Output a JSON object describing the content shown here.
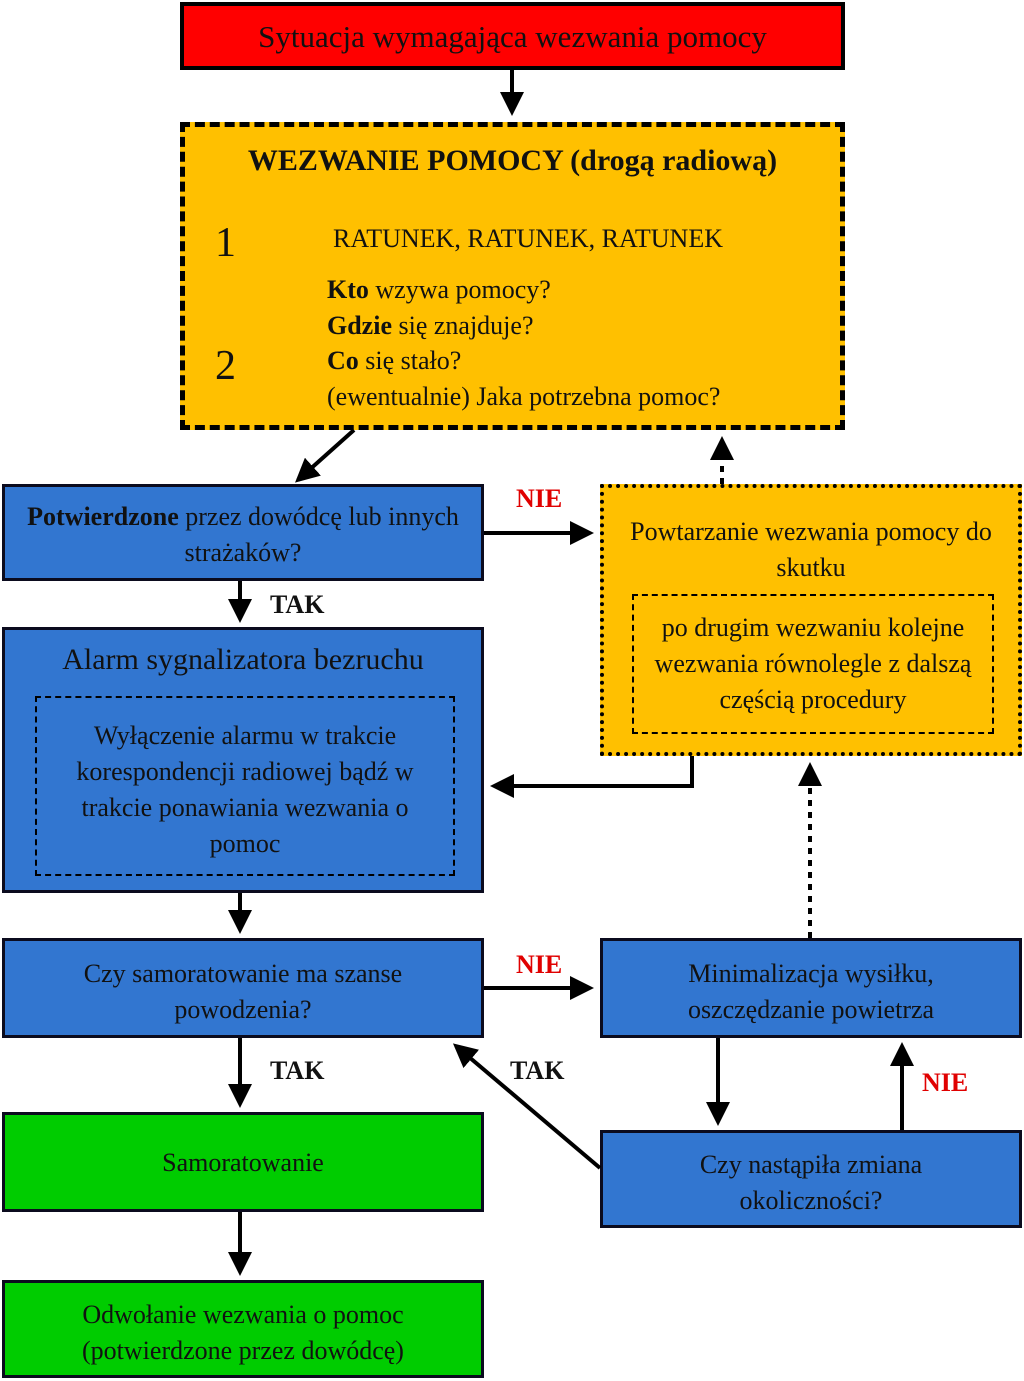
{
  "start": {
    "text": "Sytuacja wymagająca wezwania pomocy"
  },
  "call": {
    "title": "WEZWANIE POMOCY (drogą radiową)",
    "step1_number": "1",
    "step1_text": "RATUNEK, RATUNEK, RATUNEK",
    "step2_number": "2",
    "q1_bold": "Kto",
    "q1_rest": " wzywa pomocy?",
    "q2_bold": "Gdzie",
    "q2_rest": " się znajduje?",
    "q3_bold": "Co",
    "q3_rest": " się stało?",
    "q4": "(ewentualnie) Jaka potrzebna pomoc?"
  },
  "confirmed": {
    "bold": "Potwierdzone",
    "rest": " przez dowódcę lub innych strażaków?"
  },
  "repeat": {
    "text": "Powtarzanie wezwania pomocy do skutku",
    "inner": "po drugim wezwaniu kolejne wezwania równolegle z dalszą częścią procedury"
  },
  "alarm": {
    "title": "Alarm sygnalizatora bezruchu",
    "inner": "Wyłączenie alarmu w trakcie korespondencji radiowej bądź w trakcie ponawiania wezwania o pomoc"
  },
  "self_rescue_q": {
    "text": "Czy samoratowanie ma szanse powodzenia?"
  },
  "minimize": {
    "text": "Minimalizacja wysiłku, oszczędzanie powietrza"
  },
  "self_rescue": {
    "text": "Samoratowanie"
  },
  "change_q": {
    "text": "Czy nastąpiła zmiana okoliczności?"
  },
  "cancel": {
    "text": "Odwołanie wezwania o pomoc (potwierdzone przez dowódcę)"
  },
  "labels": {
    "yes": "TAK",
    "no": "NIE"
  },
  "colors": {
    "red": "#ff0000",
    "orange": "#ffc000",
    "blue": "#3276d0",
    "green": "#00cc00",
    "no_label": "#e00000"
  }
}
